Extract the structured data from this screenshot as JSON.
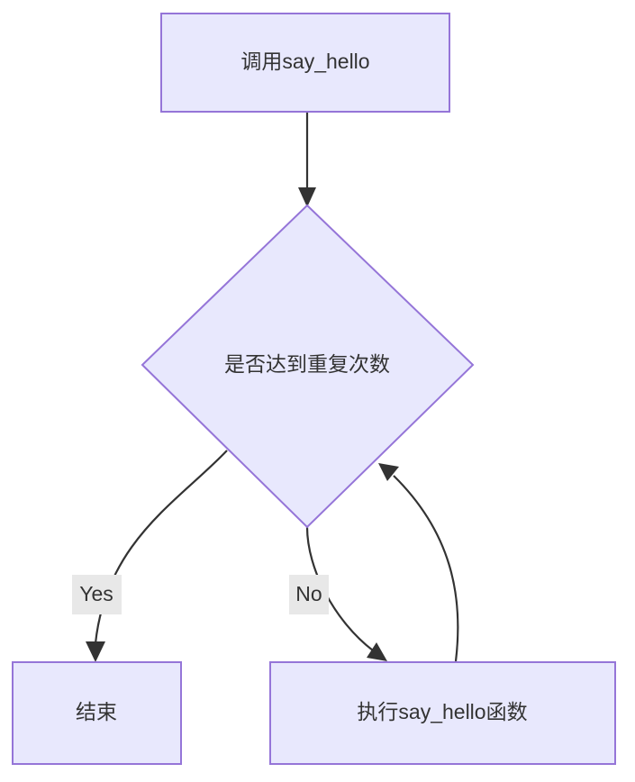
{
  "diagram": {
    "type": "flowchart",
    "direction": "top-down",
    "background_color": "#ffffff",
    "node_fill_color": "#e8e8fd",
    "node_border_color": "#9575d8",
    "node_text_color": "#333333",
    "edge_color": "#333333",
    "edge_label_bg_color": "#e8e8e8",
    "nodes": [
      {
        "id": "start",
        "shape": "rectangle",
        "label": "调用say_hello"
      },
      {
        "id": "decision",
        "shape": "diamond",
        "label": "是否达到重复次数"
      },
      {
        "id": "end",
        "shape": "rectangle",
        "label": "结束"
      },
      {
        "id": "execute",
        "shape": "rectangle",
        "label": "执行say_hello函数"
      }
    ],
    "edges": [
      {
        "id": "edge-start-decision",
        "from": "start",
        "to": "decision",
        "label": ""
      },
      {
        "id": "edge-decision-end",
        "from": "decision",
        "to": "end",
        "label": "Yes"
      },
      {
        "id": "edge-decision-execute",
        "from": "decision",
        "to": "execute",
        "label": "No"
      },
      {
        "id": "edge-execute-decision",
        "from": "execute",
        "to": "decision",
        "label": ""
      }
    ]
  }
}
